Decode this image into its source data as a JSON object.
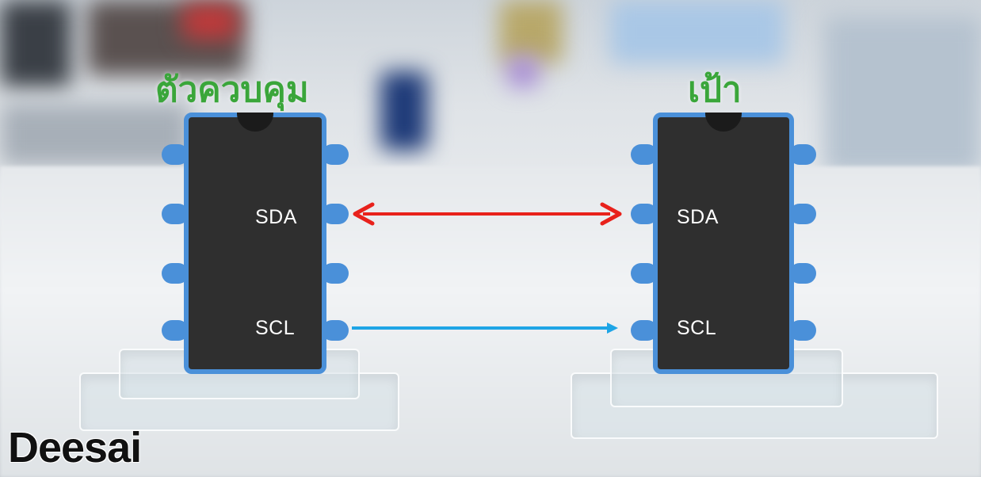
{
  "diagram": {
    "left_title": "ตัวควบคุม",
    "right_title": "เป้า",
    "left_chip": {
      "sda": "SDA",
      "scl": "SCL"
    },
    "right_chip": {
      "sda": "SDA",
      "scl": "SCL"
    },
    "sda_link": {
      "direction": "bidirectional",
      "color": "#e8221c"
    },
    "scl_link": {
      "direction": "left-to-right",
      "color": "#1ea5e6"
    }
  },
  "branding": {
    "logo": "Deesai"
  },
  "colors": {
    "title": "#3aa63a",
    "chip_body": "#2f2f2f",
    "chip_border": "#4a90d9"
  }
}
